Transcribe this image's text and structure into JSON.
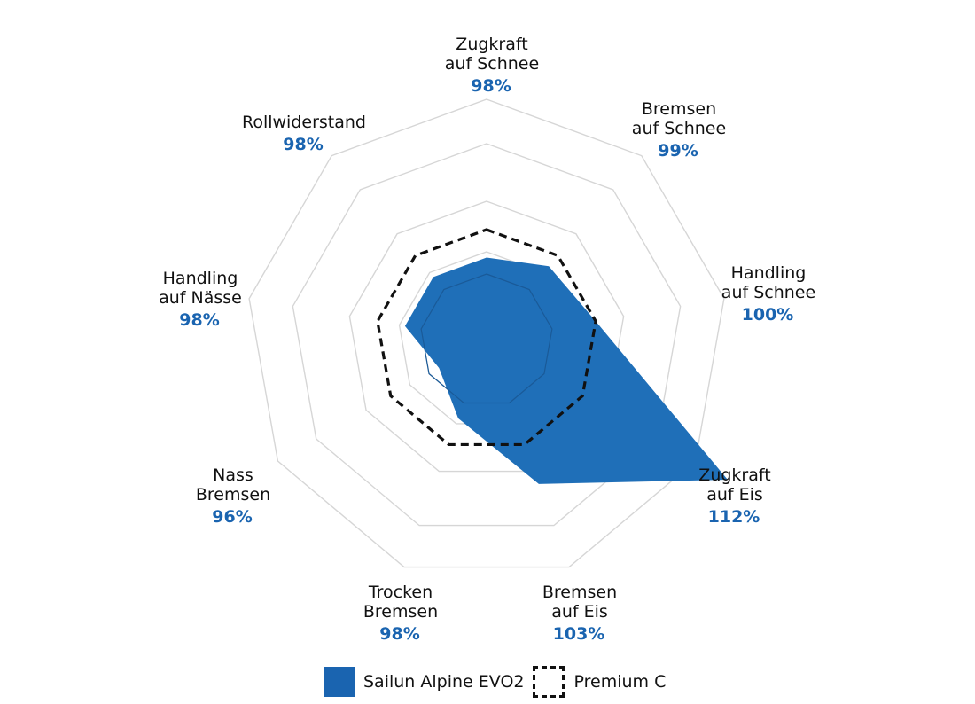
{
  "chart_data": {
    "type": "radar",
    "axes": [
      {
        "label_lines": [
          "Zugkraft",
          "auf Schnee"
        ],
        "value_text": "98%"
      },
      {
        "label_lines": [
          "Bremsen",
          "auf Schnee"
        ],
        "value_text": "99%"
      },
      {
        "label_lines": [
          "Handling",
          "auf Schnee"
        ],
        "value_text": "100%"
      },
      {
        "label_lines": [
          "Zugkraft",
          "auf Eis"
        ],
        "value_text": "112%"
      },
      {
        "label_lines": [
          "Bremsen",
          "auf Eis"
        ],
        "value_text": "103%"
      },
      {
        "label_lines": [
          "Trocken",
          "Bremsen"
        ],
        "value_text": "98%"
      },
      {
        "label_lines": [
          "Nass",
          "Bremsen"
        ],
        "value_text": "96%"
      },
      {
        "label_lines": [
          "Handling",
          "auf Nässe"
        ],
        "value_text": "98%"
      },
      {
        "label_lines": [
          "Rollwiderstand"
        ],
        "value_text": "98%"
      }
    ],
    "series": [
      {
        "name": "Sailun Alpine EVO2",
        "values": [
          98,
          99,
          100,
          112,
          103,
          98,
          96,
          98,
          98
        ],
        "color": "#1f6fb8",
        "style": "filled"
      },
      {
        "name": "Premium C",
        "values": [
          100,
          100,
          100,
          100,
          100,
          100,
          100,
          100,
          100
        ],
        "color": "#111111",
        "style": "dashed"
      }
    ],
    "value_color": "#1a64b0",
    "grid": true
  },
  "legend": {
    "items": [
      {
        "name": "Sailun Alpine EVO2",
        "swatch": "filled",
        "color": "#1a64b0"
      },
      {
        "name": "Premium C",
        "swatch": "dashed",
        "color": "#111111"
      }
    ]
  }
}
